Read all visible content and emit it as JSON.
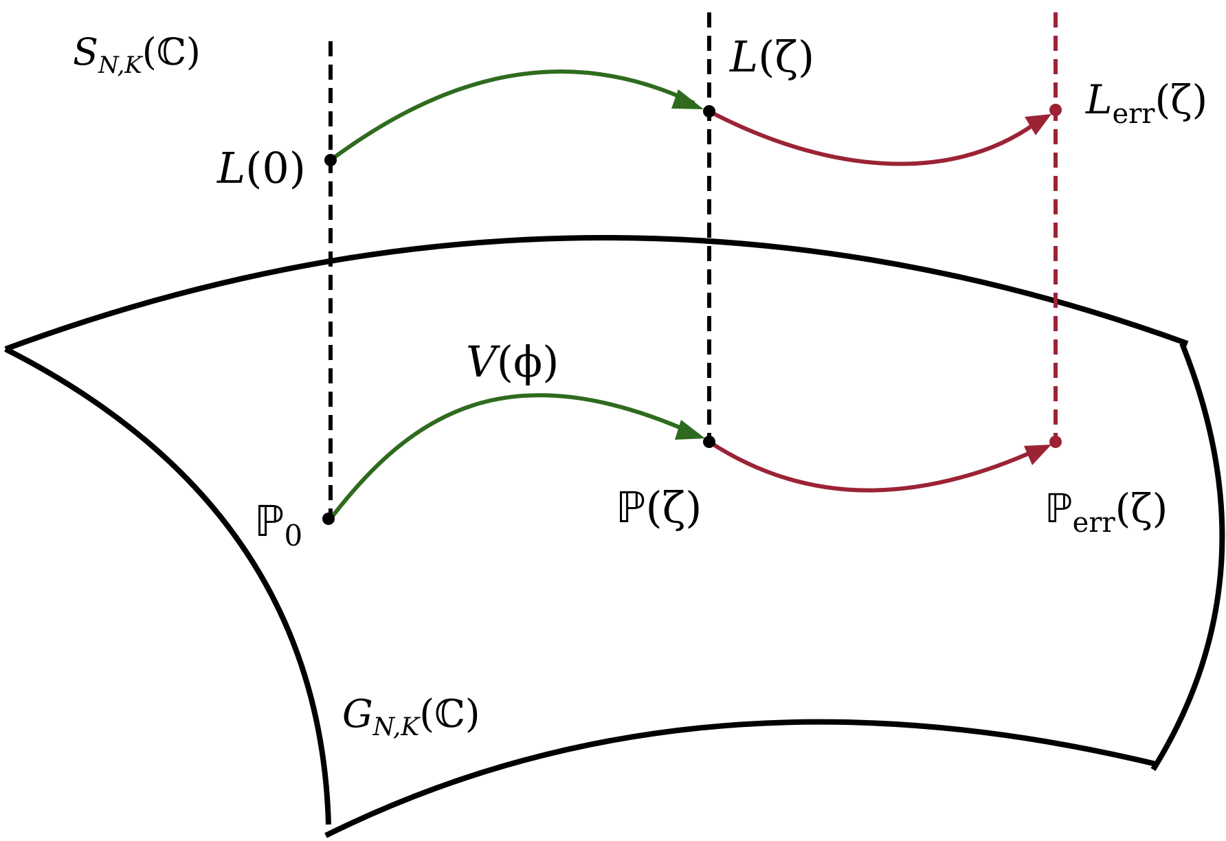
{
  "colors": {
    "ink": "#000000",
    "green_path": "#2f6b1f",
    "error_path": "#9b2335"
  },
  "labels": {
    "stiefel": {
      "base": "S",
      "sub": "N,K",
      "tail": "(ℂ)"
    },
    "grassmann": {
      "base": "G",
      "sub": "N,K",
      "tail": "(ℂ)"
    },
    "L0": {
      "base": "L",
      "tail": "(0)"
    },
    "Lzeta": {
      "base": "L",
      "tail": "(ζ)"
    },
    "Lerr": {
      "base": "L",
      "sub": "err",
      "tail": "(ζ)"
    },
    "P0": {
      "base": "ℙ",
      "sub": "0"
    },
    "Pzeta": {
      "base": "ℙ",
      "tail": "(ζ)"
    },
    "Perr": {
      "base": "ℙ",
      "sub": "err",
      "tail": "(ζ)"
    },
    "Vphi": {
      "base": "V",
      "tail": "(ϕ)"
    }
  }
}
